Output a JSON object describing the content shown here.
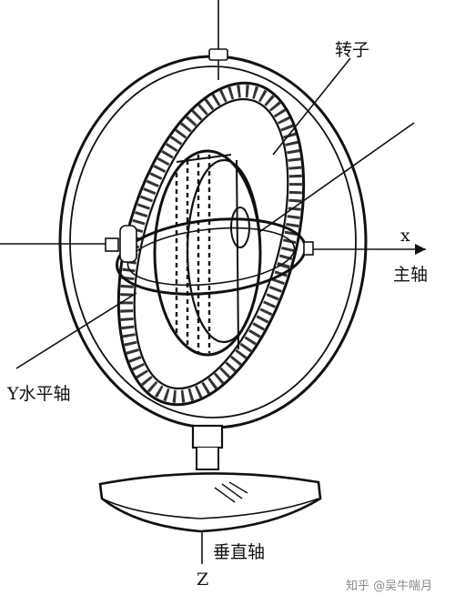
{
  "labels": {
    "rotor": "转子",
    "x": "x",
    "main_axis": "主轴",
    "y_horizontal_axis": "Y水平轴",
    "vertical_axis": "垂直轴",
    "z": "Z"
  },
  "watermark": "知乎 @吴牛喘月",
  "colors": {
    "ink": "#111111",
    "watermark": "#8a8a8a",
    "background": "#ffffff"
  }
}
